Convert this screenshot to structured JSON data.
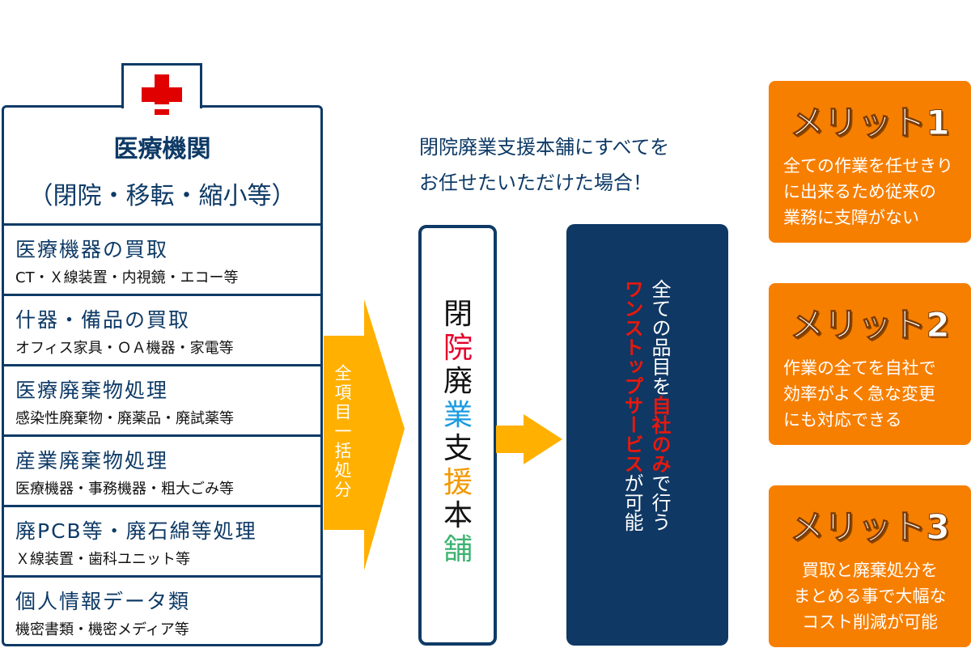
{
  "institution": {
    "title": "医療機関",
    "subtitle": "（閉院・移転・縮小等）"
  },
  "items": [
    {
      "main": "医療機器の買取",
      "sub": "CT・Ｘ線装置・内視鏡・エコー等"
    },
    {
      "main": "什器・備品の買取",
      "sub": "オフィス家具・ＯＡ機器・家電等"
    },
    {
      "main": "医療廃棄物処理",
      "sub": "感染性廃棄物・廃薬品・廃試薬等"
    },
    {
      "main": "産業廃棄物処理",
      "sub": "医療機器・事務機器・粗大ごみ等"
    },
    {
      "main": "廃PCB等・廃石綿等処理",
      "sub": "Ｘ線装置・歯科ユニット等"
    },
    {
      "main": "個人情報データ類",
      "sub": "機密書類・機密メディア等"
    }
  ],
  "arrow_label": "全項目一括処分",
  "caption": {
    "line1": "閉院廃業支援本舗にすべてを",
    "line2": "お任せたいただけた場合！"
  },
  "company": {
    "chars": [
      {
        "c": "閉",
        "color": "#111111"
      },
      {
        "c": "院",
        "color": "#e4002b"
      },
      {
        "c": "廃",
        "color": "#111111"
      },
      {
        "c": "業",
        "color": "#1a9be0"
      },
      {
        "c": "支",
        "color": "#111111"
      },
      {
        "c": "援",
        "color": "#f39800"
      },
      {
        "c": "本",
        "color": "#111111"
      },
      {
        "c": "舗",
        "color": "#3cb371"
      }
    ]
  },
  "service": {
    "a": "全ての品目を",
    "b": "自社のみ",
    "c": "で行う",
    "d": "ワンストップサービス",
    "e": "が可能"
  },
  "merits": [
    {
      "title": "メリット1",
      "lines": [
        "全ての作業を任せきり",
        "に出来るため従来の",
        "業務に支障がない"
      ]
    },
    {
      "title": "メリット2",
      "lines": [
        "作業の全てを自社で",
        "効率がよく急な変更",
        "にも対応できる"
      ]
    },
    {
      "title": "メリット3",
      "lines": [
        "買取と廃棄処分を",
        "まとめる事で大幅な",
        "コスト削減が可能"
      ]
    }
  ],
  "colors": {
    "navy": "#0e3a66",
    "arrow": "#ffb000",
    "merit": "#f77f00",
    "cross": "#e00000"
  }
}
